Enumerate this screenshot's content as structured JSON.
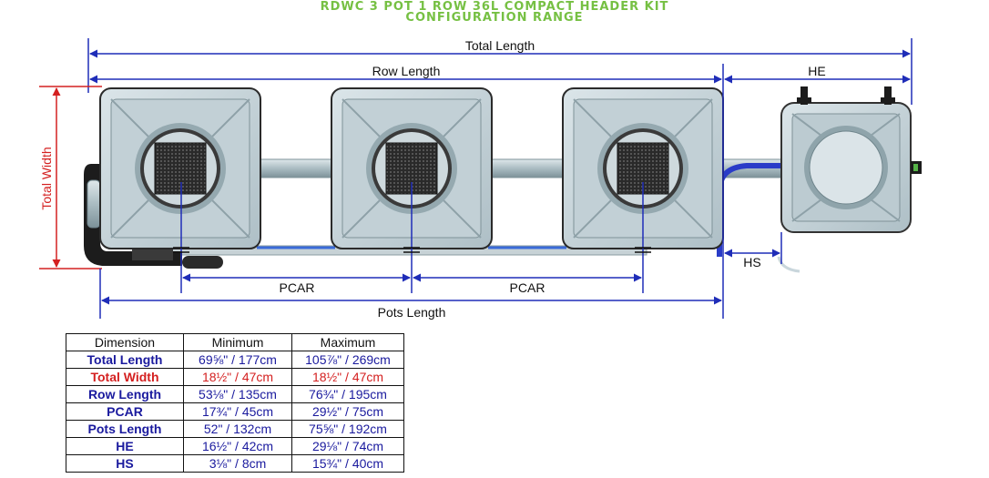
{
  "title": {
    "line1": "RDWC 3 POT 1 ROW 36L COMPACT HEADER KIT",
    "line2": "CONFIGURATION RANGE"
  },
  "labels": {
    "total_length": "Total Length",
    "row_length": "Row Length",
    "he": "HE",
    "total_width": "Total Width",
    "hs": "HS",
    "pcar_1": "PCAR",
    "pcar_2": "PCAR",
    "pots_length": "Pots Length"
  },
  "colors": {
    "title_green": "#76c043",
    "dimension_blue": "#1f2db8",
    "width_red": "#d42020",
    "pot_body": "#c9d6dc",
    "pipe": "#aebfc5"
  },
  "table": {
    "headers": [
      "Dimension",
      "Minimum",
      "Maximum"
    ],
    "rows": [
      {
        "label": "Total Length",
        "min": "69⅝\" / 177cm",
        "max": "105⅞\" / 269cm",
        "color": "#1a1a9e"
      },
      {
        "label": "Total Width",
        "min": "18½\" / 47cm",
        "max": "18½\" / 47cm",
        "color": "#d42020"
      },
      {
        "label": "Row Length",
        "min": "53⅛\" / 135cm",
        "max": "76¾\" / 195cm",
        "color": "#1a1a9e"
      },
      {
        "label": "PCAR",
        "min": "17¾\" / 45cm",
        "max": "29½\" / 75cm",
        "color": "#1a1a9e"
      },
      {
        "label": "Pots Length",
        "min": "52\" / 132cm",
        "max": "75⅝\" / 192cm",
        "color": "#1a1a9e"
      },
      {
        "label": "HE",
        "min": "16½\" / 42cm",
        "max": "29⅛\" / 74cm",
        "color": "#1a1a9e"
      },
      {
        "label": "HS",
        "min": "3⅛\" / 8cm",
        "max": "15¾\" / 40cm",
        "color": "#1a1a9e"
      }
    ]
  }
}
